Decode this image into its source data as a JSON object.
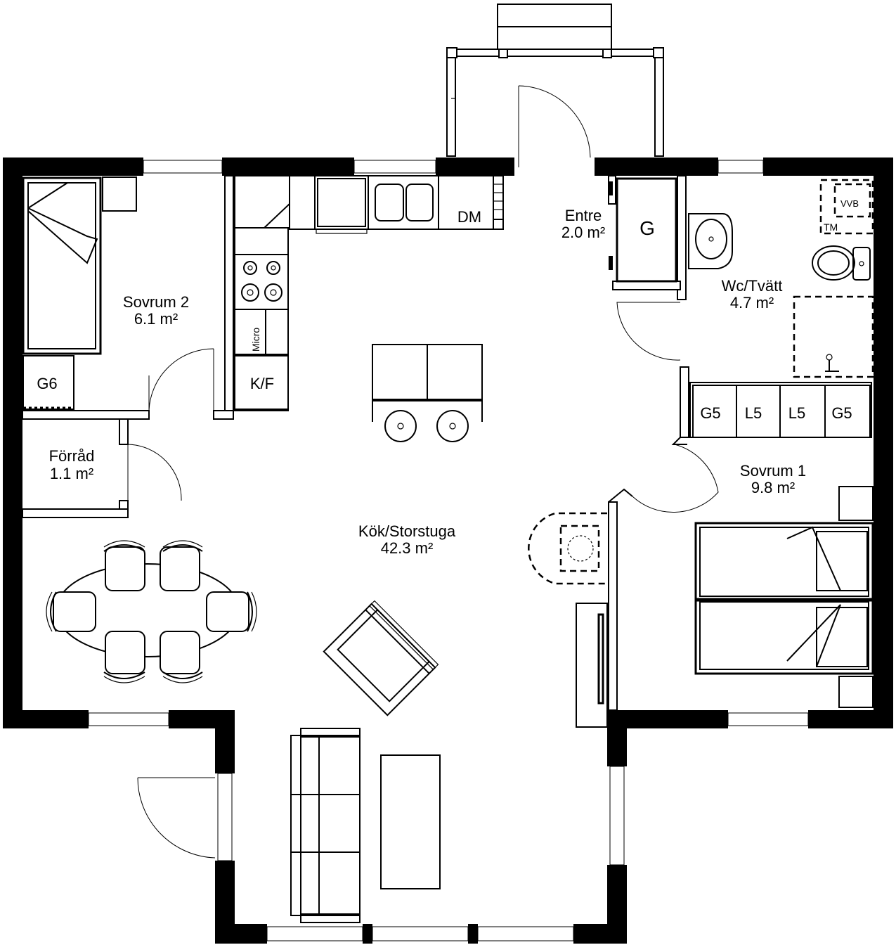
{
  "rooms": {
    "sovrum2": {
      "name": "Sovrum 2",
      "area": "6.1 m²"
    },
    "entre": {
      "name": "Entre",
      "area": "2.0 m²"
    },
    "wc": {
      "name": "Wc/Tvätt",
      "area": "4.7 m²"
    },
    "forrad": {
      "name": "Förråd",
      "area": "1.1 m²"
    },
    "kok": {
      "name": "Kök/Storstuga",
      "area": "42.3 m²"
    },
    "sovrum1": {
      "name": "Sovrum 1",
      "area": "9.8 m²"
    }
  },
  "appliances": {
    "dm": "DM",
    "g_entre": "G",
    "g6": "G6",
    "kf": "K/F",
    "micro": "Micro",
    "vvb": "VVB",
    "tm": "TM",
    "g5_left": "G5",
    "l5_left": "L5",
    "l5_right": "L5",
    "g5_right": "G5"
  }
}
